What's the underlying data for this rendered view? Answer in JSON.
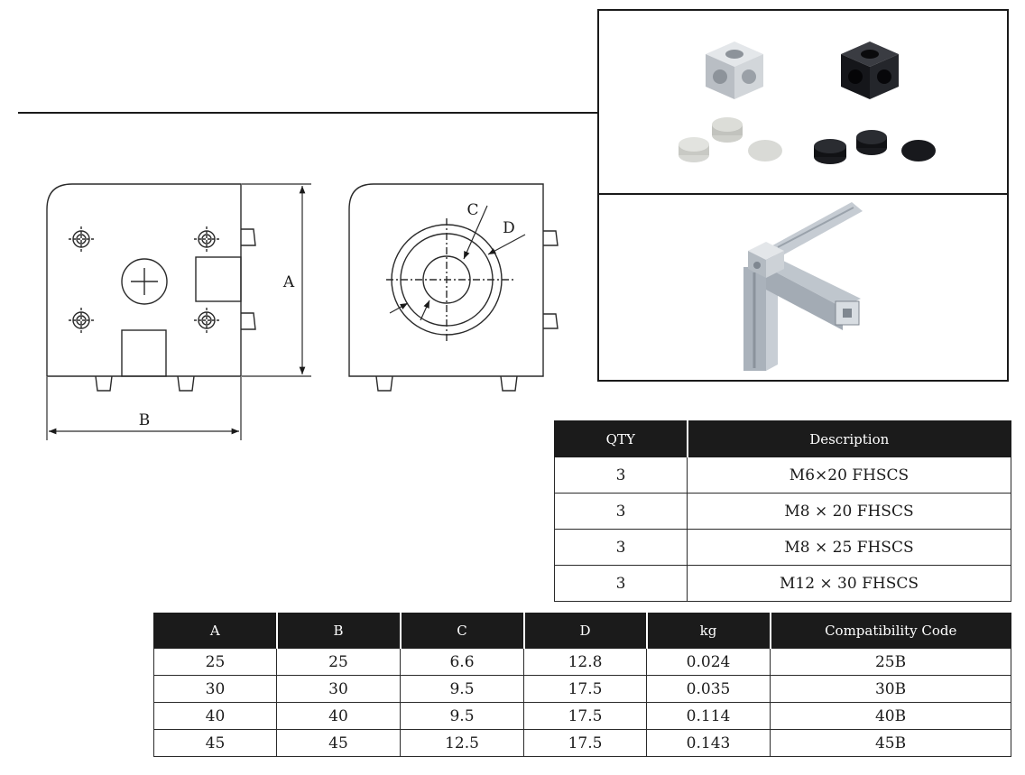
{
  "drawing": {
    "label_a": "A",
    "label_b": "B",
    "label_c": "C",
    "label_d": "D"
  },
  "photos": {
    "top_icon": "cube-connectors-and-caps-photo",
    "bottom_icon": "assembled-profile-corner-photo",
    "silver": "#c9cdd1",
    "black": "#1c1d21"
  },
  "hardware_table": {
    "headers": [
      "QTY",
      "Description"
    ],
    "rows": [
      [
        "3",
        "M6×20 FHSCS"
      ],
      [
        "3",
        "M8 × 20 FHSCS"
      ],
      [
        "3",
        "M8 × 25 FHSCS"
      ],
      [
        "3",
        "M12 × 30 FHSCS"
      ]
    ]
  },
  "spec_table": {
    "headers": [
      "A",
      "B",
      "C",
      "D",
      "kg",
      "Compatibility Code"
    ],
    "rows": [
      [
        "25",
        "25",
        "6.6",
        "12.8",
        "0.024",
        "25B"
      ],
      [
        "30",
        "30",
        "9.5",
        "17.5",
        "0.035",
        "30B"
      ],
      [
        "40",
        "40",
        "9.5",
        "17.5",
        "0.114",
        "40B"
      ],
      [
        "45",
        "45",
        "12.5",
        "17.5",
        "0.143",
        "45B"
      ]
    ]
  },
  "colors": {
    "header_bg": "#1b1b1b",
    "line": "#2a2a2a"
  }
}
